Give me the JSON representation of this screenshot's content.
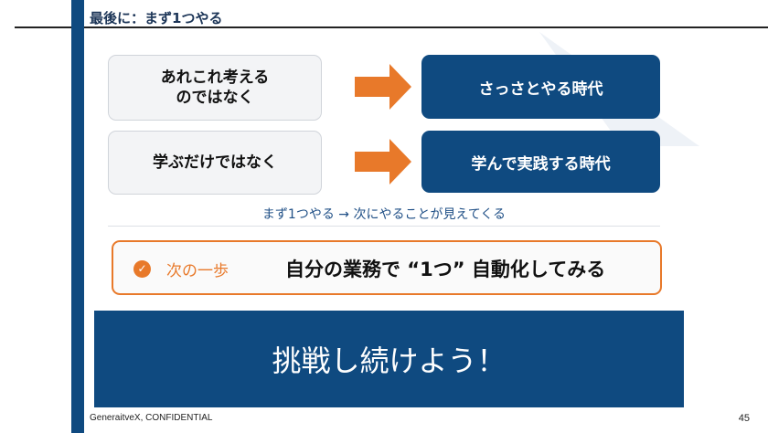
{
  "title": "最後に：まず1つやる",
  "rows": [
    {
      "from": "あれこれ考える\nのではなく",
      "to": "さっさとやる時代"
    },
    {
      "from": "学ぶだけではなく",
      "to": "学んで実践する時代"
    }
  ],
  "summary": "まず1つやる → 次にやることが見えてくる",
  "next_step": {
    "label": "次の一歩",
    "text": "自分の業務で “1つ” 自動化してみる",
    "icon": "check-circle-icon"
  },
  "banner": "挑戦し続けよう！",
  "footer": "GeneraitveX, CONFIDENTIAL",
  "page_number": "45",
  "colors": {
    "navy": "#0f4a80",
    "orange": "#e8792a"
  }
}
